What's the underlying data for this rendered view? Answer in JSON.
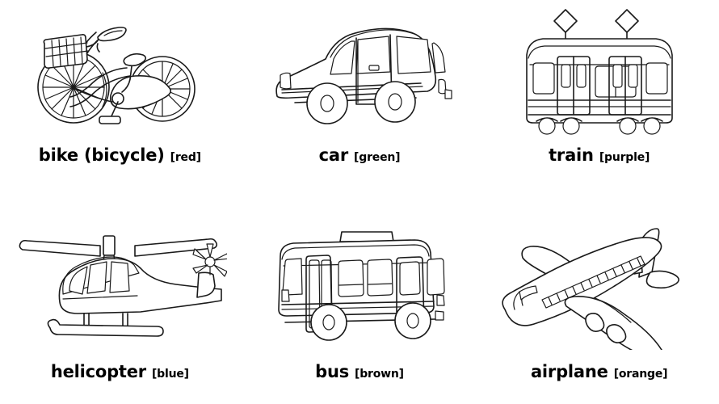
{
  "page": {
    "background_color": "#ffffff",
    "ink_color": "#1a1a1a",
    "columns": 3,
    "rows": 2
  },
  "items": [
    {
      "id": "bike",
      "word": "bike (bicycle)",
      "color_instruction": "[red]",
      "color_name": "red",
      "icon": "bicycle-line-drawing"
    },
    {
      "id": "car",
      "word": "car",
      "color_instruction": "[green]",
      "color_name": "green",
      "icon": "car-line-drawing"
    },
    {
      "id": "train",
      "word": "train",
      "color_instruction": "[purple]",
      "color_name": "purple",
      "icon": "train-line-drawing"
    },
    {
      "id": "helicopter",
      "word": "helicopter",
      "color_instruction": "[blue]",
      "color_name": "blue",
      "icon": "helicopter-line-drawing"
    },
    {
      "id": "bus",
      "word": "bus",
      "color_instruction": "[brown]",
      "color_name": "brown",
      "icon": "bus-line-drawing"
    },
    {
      "id": "airplane",
      "word": "airplane",
      "color_instruction": "[orange]",
      "color_name": "orange",
      "icon": "airplane-line-drawing"
    }
  ]
}
